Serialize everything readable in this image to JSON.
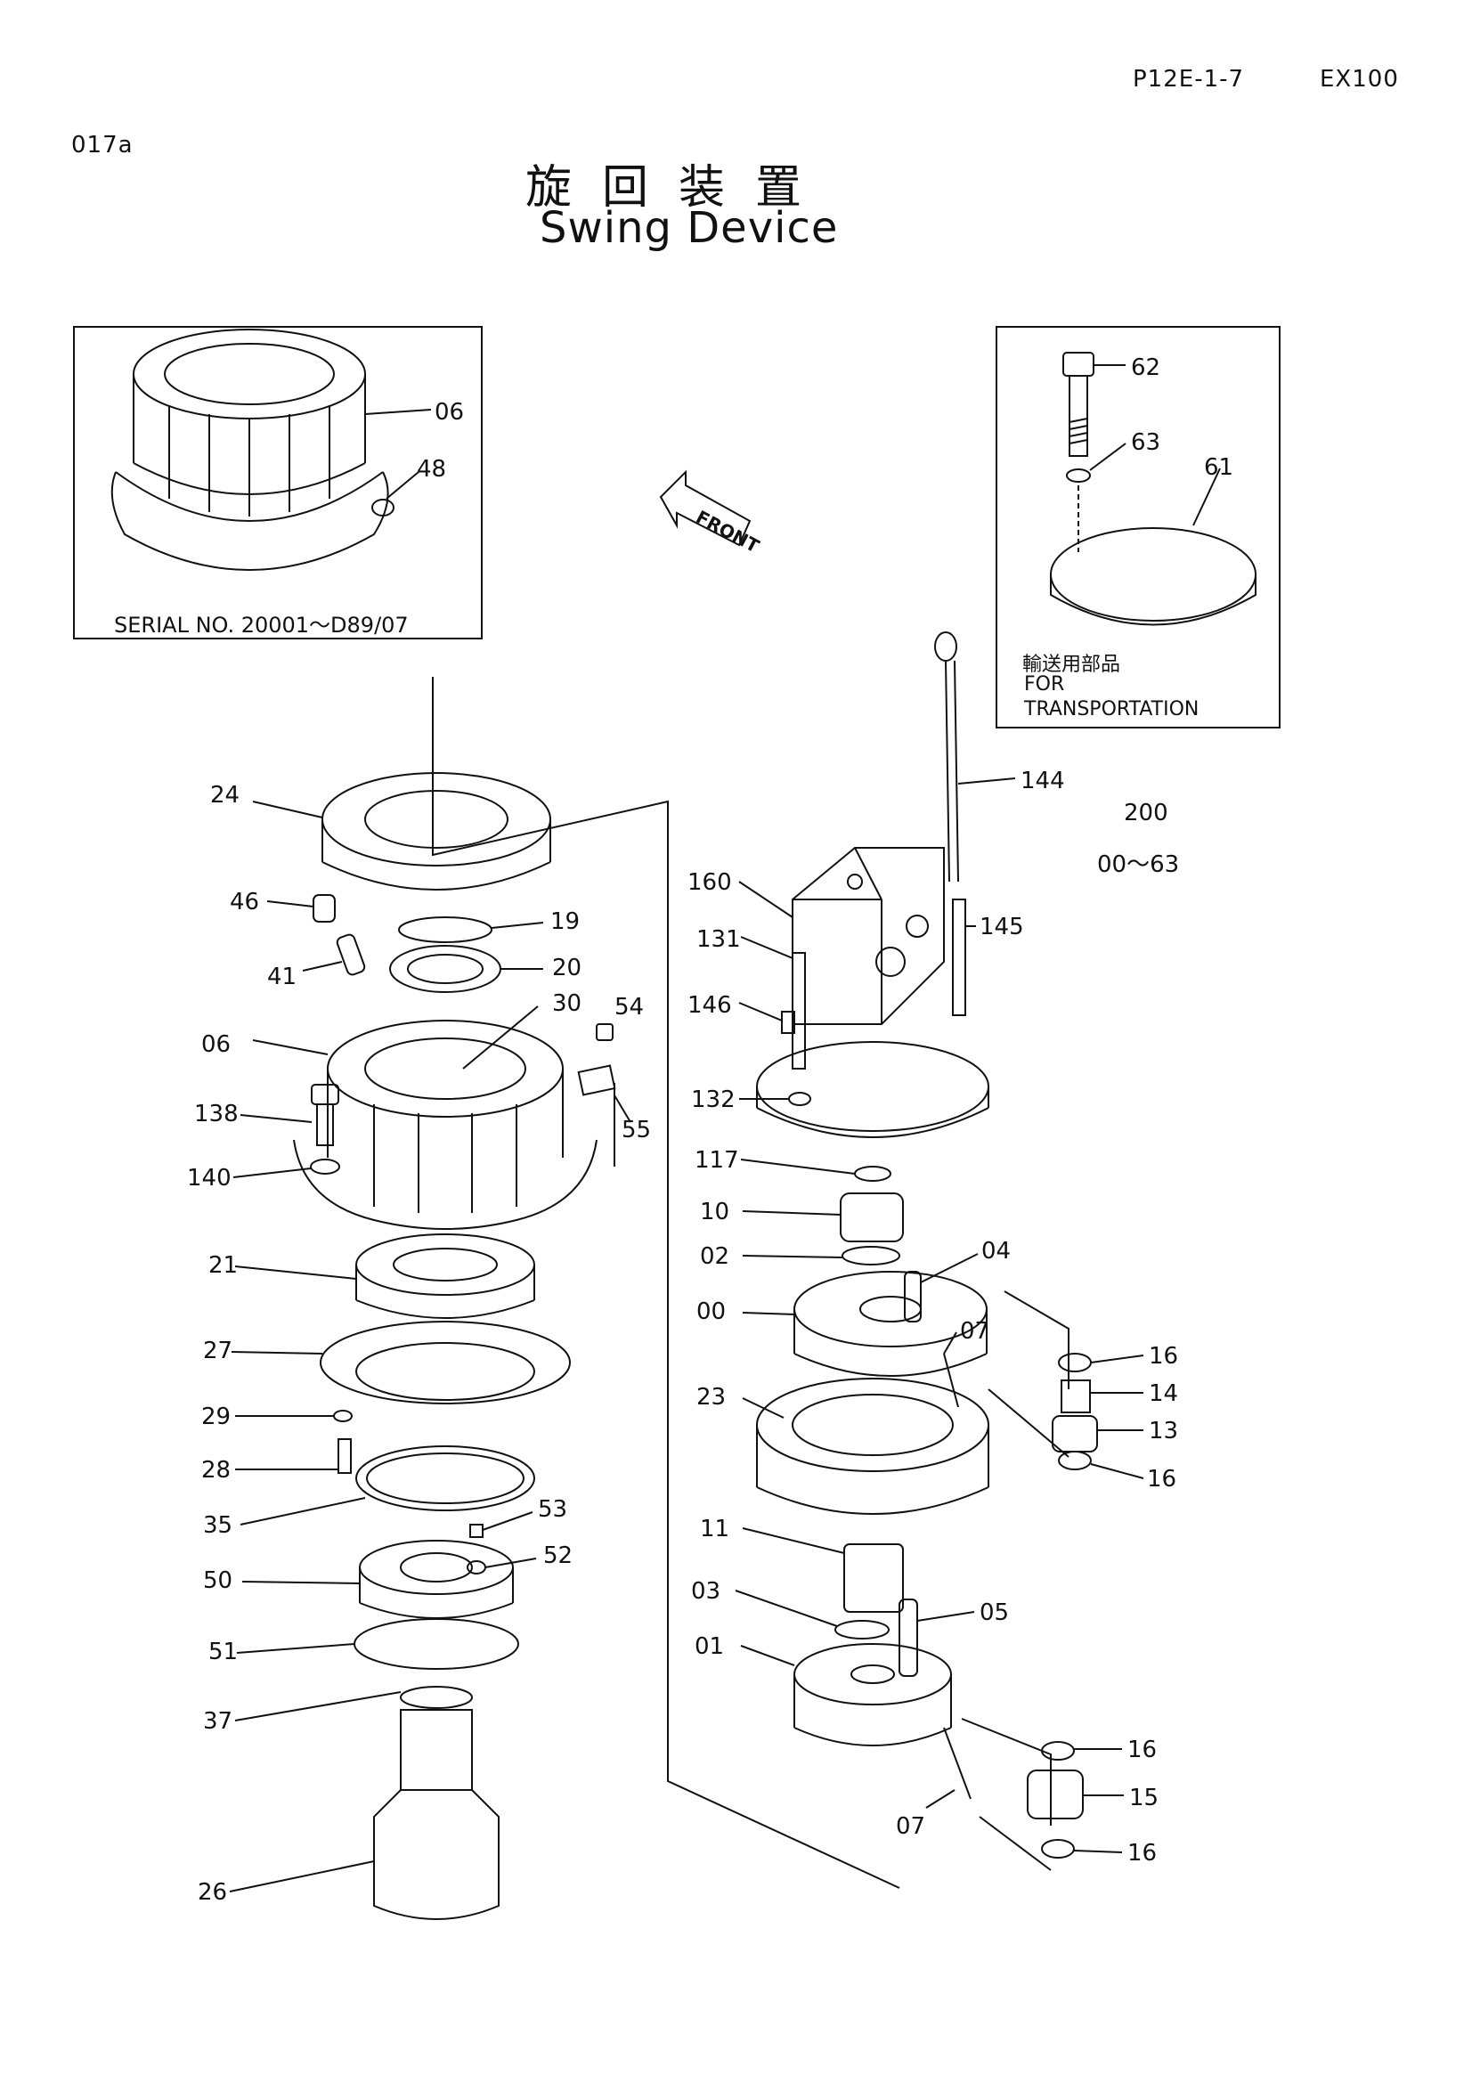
{
  "header": {
    "page_code": "P12E-1-7",
    "model": "EX100",
    "ref": "017a"
  },
  "title": {
    "japanese": "旋回装置",
    "english": "Swing Device"
  },
  "inset_serial": {
    "serial_text": "SERIAL NO. 20001～D89/07",
    "labels": [
      "06",
      "48"
    ]
  },
  "inset_transport": {
    "note_jp": "輸送用部品",
    "note_line1": "FOR",
    "note_line2": "TRANSPORTATION",
    "labels": [
      "62",
      "63",
      "61"
    ]
  },
  "front_label": "FRONT",
  "assembly": {
    "number": "200",
    "range": "00～63"
  },
  "callouts": {
    "left": [
      "24",
      "46",
      "19",
      "41",
      "20",
      "30",
      "54",
      "06",
      "138",
      "140",
      "55",
      "21",
      "27",
      "29",
      "28",
      "35",
      "53",
      "52",
      "50",
      "51",
      "37",
      "26"
    ],
    "right": [
      "144",
      "160",
      "145",
      "131",
      "146",
      "132",
      "117",
      "10",
      "02",
      "04",
      "00",
      "07",
      "16",
      "14",
      "13",
      "23",
      "16",
      "11",
      "03",
      "05",
      "01",
      "16",
      "15",
      "16",
      "07"
    ]
  }
}
